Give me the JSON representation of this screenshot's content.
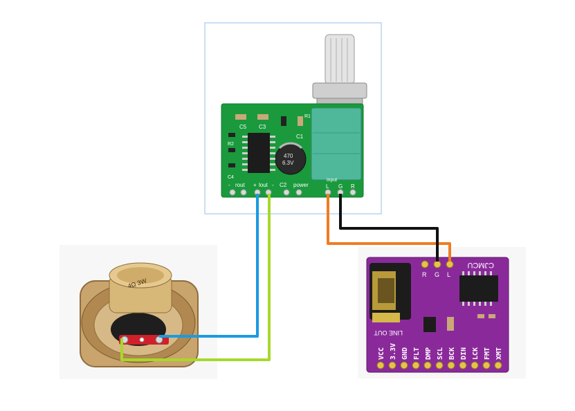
{
  "amp_board": {
    "silk": {
      "c5": "C5",
      "c3": "C3",
      "c1": "C1",
      "c4": "C4",
      "r2": "R2",
      "r1": "R1",
      "cap_value_1": "470",
      "cap_value_2": "6.3V",
      "rout": "rout",
      "lout": "lout",
      "c2": "C2",
      "power": "power",
      "input": "input",
      "minus": "-",
      "plus": "+",
      "pin_l": "L",
      "pin_g": "G",
      "pin_r": "R"
    }
  },
  "dac_board": {
    "brand": "CJMCU",
    "line_out": "LINE OUT",
    "top_pins": [
      "R",
      "G",
      "L"
    ],
    "pins": [
      "VCC",
      "3.3V",
      "GND",
      "FLT",
      "DMP",
      "SCL",
      "BCK",
      "DIN",
      "LCK",
      "FMT",
      "XMT"
    ]
  },
  "speaker": {
    "label_1": "4Ω 3W"
  },
  "colors": {
    "wire_blue": "#1a9be0",
    "wire_green": "#a8d82a",
    "wire_orange": "#f07c22",
    "wire_black": "#111111",
    "amp_pcb": "#1a9a3c",
    "dac_pcb": "#8a2a9a",
    "potentiometer": "#4fb89a"
  }
}
